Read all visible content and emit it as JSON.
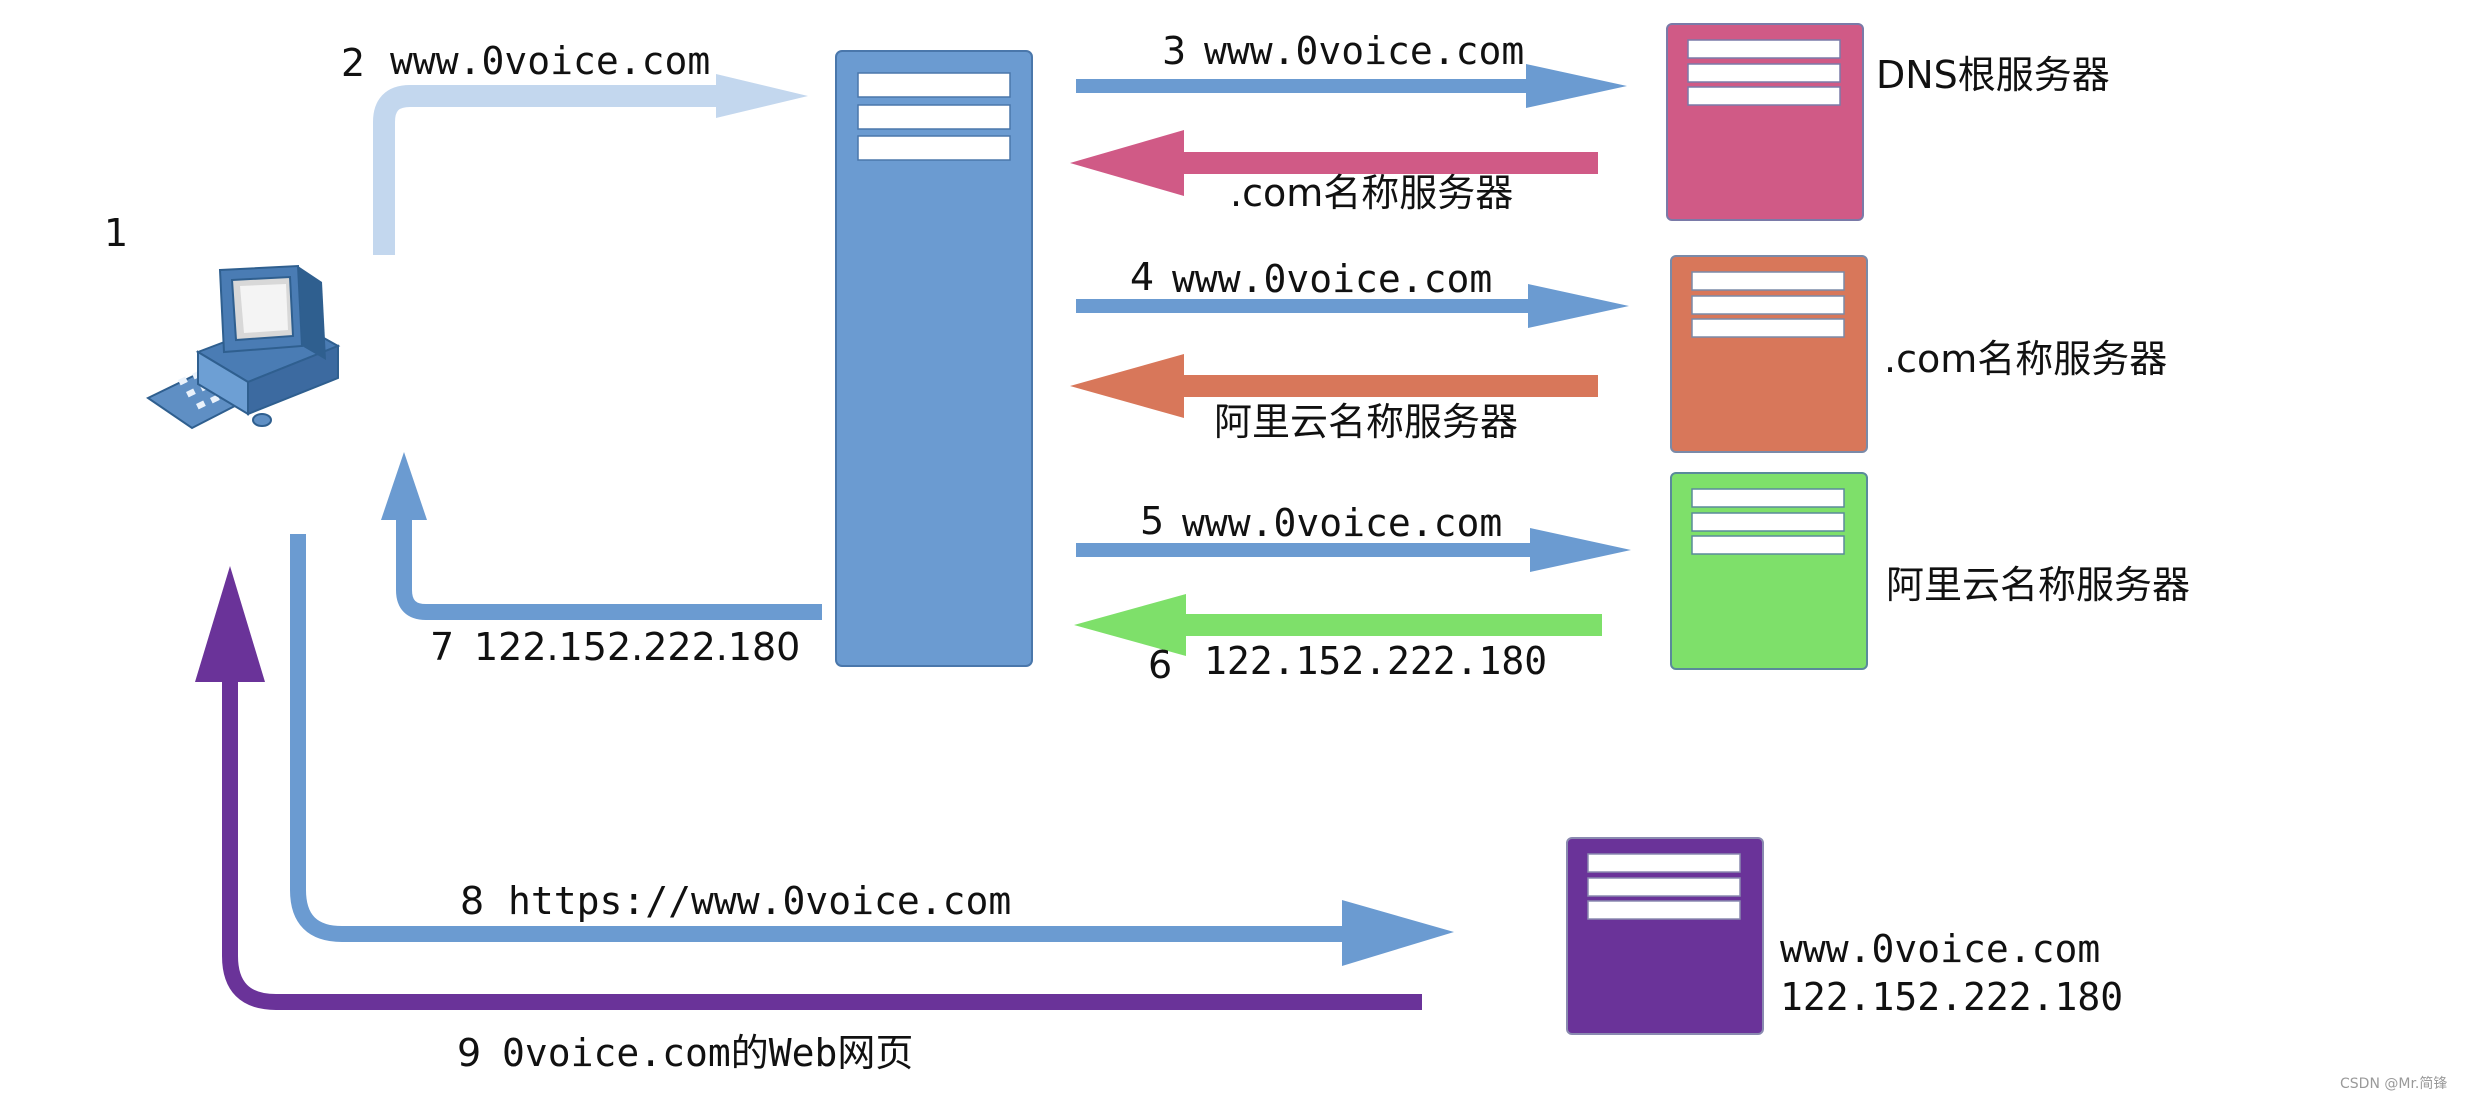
{
  "colors": {
    "resolver": "#6b9bd1",
    "root": "#d05a86",
    "com": "#d8775a",
    "aliyun": "#7ee06a",
    "web": "#6a3399",
    "light_arrow": "#c3d7ee",
    "blue_arrow": "#6b9bd1"
  },
  "icons": {
    "client": "desktop-computer-icon",
    "server": "server-rack-icon"
  },
  "client": {
    "step": "1"
  },
  "steps": {
    "s2": {
      "num": "2",
      "text": "www.0voice.com"
    },
    "s3": {
      "num": "3",
      "text": "www.0voice.com"
    },
    "s3_reply": {
      "text": ".com名称服务器"
    },
    "s4": {
      "num": "4",
      "text": "www.0voice.com"
    },
    "s4_reply": {
      "text": "阿里云名称服务器"
    },
    "s5": {
      "num": "5",
      "text": "www.0voice.com"
    },
    "s6": {
      "num": "6",
      "text": "122.152.222.180"
    },
    "s7": {
      "num": "7",
      "text": "122.152.222.180"
    },
    "s8": {
      "num": "8",
      "text": "https://www.0voice.com"
    },
    "s9": {
      "num": "9",
      "text": "0voice.com的Web网页"
    }
  },
  "servers": {
    "root": {
      "label": "DNS根服务器"
    },
    "com": {
      "label": ".com名称服务器"
    },
    "aliyun": {
      "label": "阿里云名称服务器"
    },
    "web": {
      "domain": "www.0voice.com",
      "ip": "122.152.222.180"
    }
  },
  "watermark": "CSDN @Mr.简锋"
}
